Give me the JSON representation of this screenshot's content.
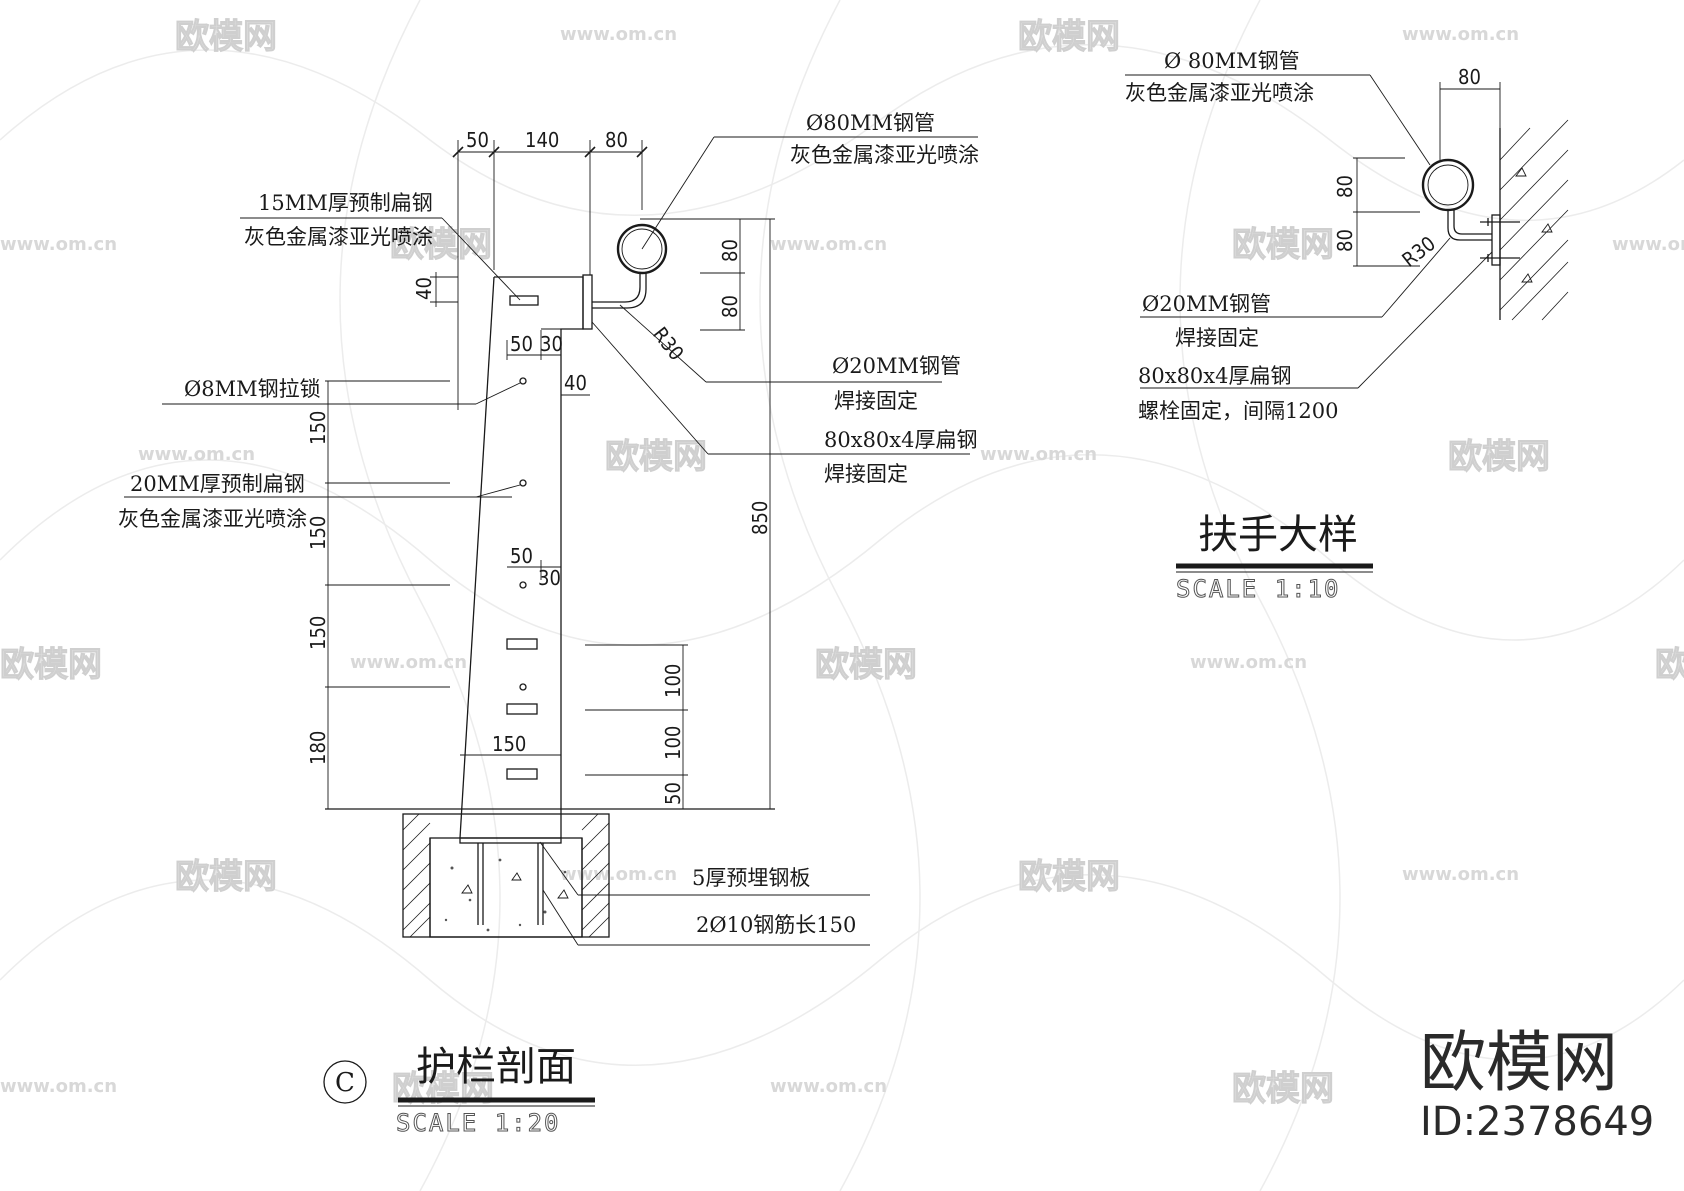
{
  "watermark": {
    "brand": "欧模网",
    "url": "www.om.cn"
  },
  "brand_mark": {
    "name": "欧模网",
    "id": "ID:2378649"
  },
  "section": {
    "marker": "C",
    "title": "护栏剖面",
    "scale": "SCALE  1:20",
    "dims_top": [
      "50",
      "140",
      "80"
    ],
    "dims_misc": [
      "40",
      "50",
      "30",
      "40",
      "50",
      "30",
      "150"
    ],
    "dims_left": [
      "150",
      "150",
      "150",
      "180"
    ],
    "dims_right": [
      "80",
      "80",
      "850",
      "100",
      "100",
      "50"
    ],
    "radius": "R30",
    "labels": {
      "pipe80_a": "Ø80MM钢管",
      "pipe80_b": "灰色金属漆亚光喷涂",
      "flat15_a": "15MM厚预制扁钢",
      "flat15_b": "灰色金属漆亚光喷涂",
      "lock8": "Ø8MM钢拉锁",
      "flat20_a": "20MM厚预制扁钢",
      "flat20_b": "灰色金属漆亚光喷涂",
      "pipe20_a": "Ø20MM钢管",
      "pipe20_b": "焊接固定",
      "plate_a": "80x80x4厚扁钢",
      "plate_b": "焊接固定",
      "embed": "5厚预埋钢板",
      "rebar": "2Ø10钢筋长150"
    }
  },
  "detail": {
    "title": "扶手大样",
    "scale": "SCALE  1:10",
    "dims": [
      "80",
      "80",
      "80"
    ],
    "radius": "R30",
    "labels": {
      "pipe80_a": "Ø 80MM钢管",
      "pipe80_b": "灰色金属漆亚光喷涂",
      "pipe20_a": "Ø20MM钢管",
      "pipe20_b": "焊接固定",
      "plate_a": "80x80x4厚扁钢",
      "plate_b": "螺栓固定，间隔1200"
    }
  }
}
